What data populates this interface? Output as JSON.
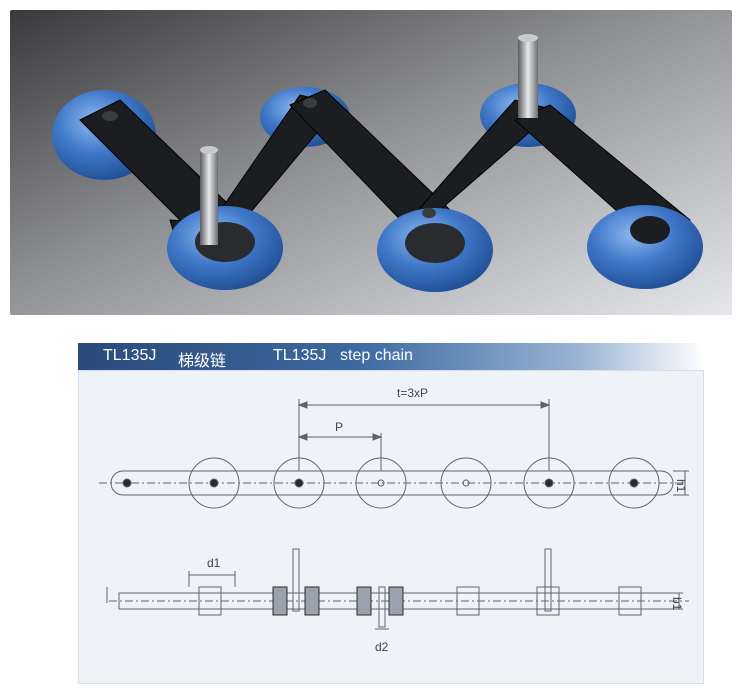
{
  "header": {
    "model_cn": "TL135J",
    "name_cn": "梯级链",
    "model_en": "TL135J",
    "name_en": "step chain"
  },
  "drawing": {
    "dim_t": "t=3xP",
    "dim_p": "P",
    "dim_h1": "h1",
    "dim_d1": "d1",
    "dim_d2": "d2",
    "dim_b1": "b1"
  },
  "colors": {
    "header_dark": "#2b4a7a",
    "roller_blue": "#3f78c8",
    "plate_black": "#1c1d20",
    "drawing_bg": "#eef3f8",
    "line": "#5a6472"
  }
}
